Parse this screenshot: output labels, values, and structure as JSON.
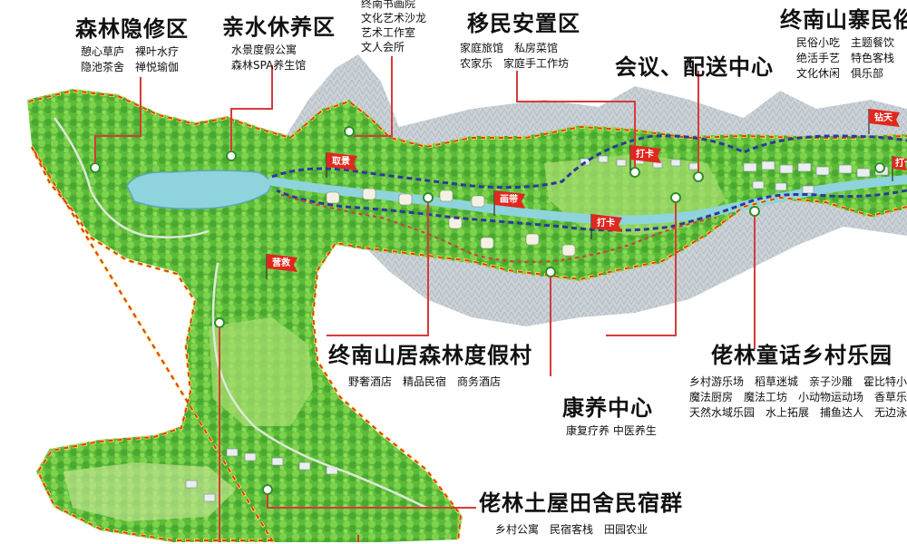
{
  "zones": [
    {
      "id": "forest-retreat",
      "title": "森林隐修区",
      "items": [
        "憩心草庐　裸叶水疗",
        "隐池茶舍　禅悦瑜伽"
      ]
    },
    {
      "id": "waterside",
      "title": "亲水休养区",
      "items": [
        "水景度假公寓",
        "森林SPA养生馆"
      ]
    },
    {
      "id": "culture",
      "title": "",
      "items": [
        "终南书画院",
        "文化艺术沙龙",
        "艺术工作室",
        "文人会所"
      ]
    },
    {
      "id": "resettlement",
      "title": "移民安置区",
      "items": [
        "家庭旅馆　私房菜馆",
        "农家乐　家庭手工作坊"
      ]
    },
    {
      "id": "meeting",
      "title": "会议、配送中心",
      "items": []
    },
    {
      "id": "village-folk",
      "title": "终南山寨民俗",
      "items": [
        "民俗小吃　主题餐饮",
        "绝活手艺　特色客栈",
        "文化休闲　俱乐部"
      ]
    },
    {
      "id": "resort",
      "title": "终南山居森林度假村",
      "items": [
        "野奢酒店　精品民宿　商务酒店"
      ]
    },
    {
      "id": "fairy-tale",
      "title": "佬林童话乡村乐园",
      "items": [
        "乡村游乐场　稻草迷城　亲子沙雕　霍比特小",
        "魔法厨房　魔法工坊　小动物运动场　香草乐",
        "天然水域乐园　水上拓展　捕鱼达人　无边泳池"
      ]
    },
    {
      "id": "wellness",
      "title": "康养中心",
      "items": [
        "康复疗养 中医养生"
      ]
    },
    {
      "id": "earth-house",
      "title": "佬林土屋田舍民宿群",
      "items": [
        "乡村公寓　民宿客栈　田园农业"
      ]
    }
  ],
  "flags": [
    "取景",
    "打卡",
    "画带",
    "打卡",
    "营救",
    "钻天",
    "打卡"
  ],
  "colors": {
    "forest": "#5fbf3c",
    "forest_dark": "#2e8f2a",
    "meadow": "#9fd86a",
    "water": "#8fd3dc",
    "mountain": "#b7c2c8",
    "boundary_red": "#d63b3b",
    "boundary_yellow": "#ffe33a",
    "boundary_blue": "#2c3a9c",
    "leader": "#d63b3b",
    "flag": "#e0281e"
  }
}
